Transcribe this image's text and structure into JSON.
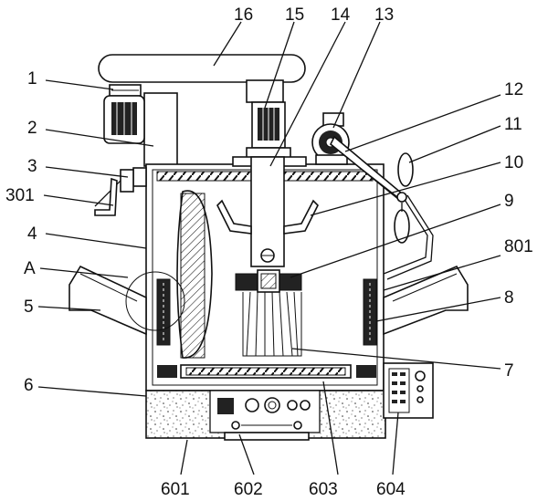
{
  "labels": {
    "l1": "1",
    "l2": "2",
    "l3": "3",
    "l301": "301",
    "l4": "4",
    "lA": "A",
    "l5": "5",
    "l6": "6",
    "l601": "601",
    "l602": "602",
    "l603": "603",
    "l604": "604",
    "l7": "7",
    "l8": "8",
    "l801": "801",
    "l9": "9",
    "l10": "10",
    "l11": "11",
    "l12": "12",
    "l13": "13",
    "l14": "14",
    "l15": "15",
    "l16": "16"
  },
  "colors": {
    "stroke": "#111111",
    "background": "#ffffff",
    "fill_dark": "#222222",
    "fill_grey": "#9a9a9a"
  }
}
